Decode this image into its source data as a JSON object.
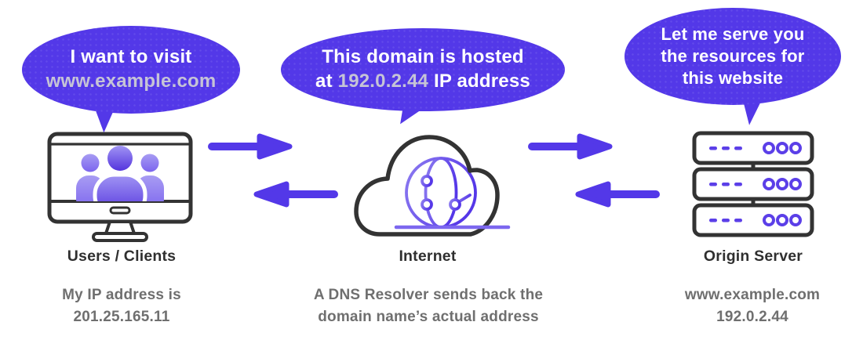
{
  "bubbles": {
    "users": {
      "line1": "I want to visit",
      "line2": "www.example.com"
    },
    "internet": {
      "line1": "This domain is hosted",
      "line2_prefix": "at ",
      "line2_ip": "192.0.2.44",
      "line2_suffix": " IP address"
    },
    "server": {
      "line1": "Let me serve you",
      "line2": "the resources for",
      "line3": "this website"
    }
  },
  "nodes": {
    "users": {
      "title": "Users / Clients",
      "caption1": "My IP address is",
      "caption2": "201.25.165.11"
    },
    "internet": {
      "title": "Internet",
      "caption1": "A DNS Resolver sends back the",
      "caption2": "domain name’s actual address"
    },
    "server": {
      "title": "Origin Server",
      "caption1": "www.example.com",
      "caption2": "192.0.2.44"
    }
  },
  "icons": {
    "users": "monitor-with-user-group-icon",
    "internet": "cloud-globe-icon",
    "server": "server-stack-icon",
    "flow_right": "arrow-right-icon",
    "flow_left": "arrow-left-icon"
  },
  "colors": {
    "accent_purple": "#5338e8",
    "bubble_highlight_text": "#c6c4d6",
    "title_text": "#2f2f2f",
    "caption_text": "#6f6f6f",
    "icon_outline": "#333333",
    "icon_accent": "#5b3fe8"
  }
}
